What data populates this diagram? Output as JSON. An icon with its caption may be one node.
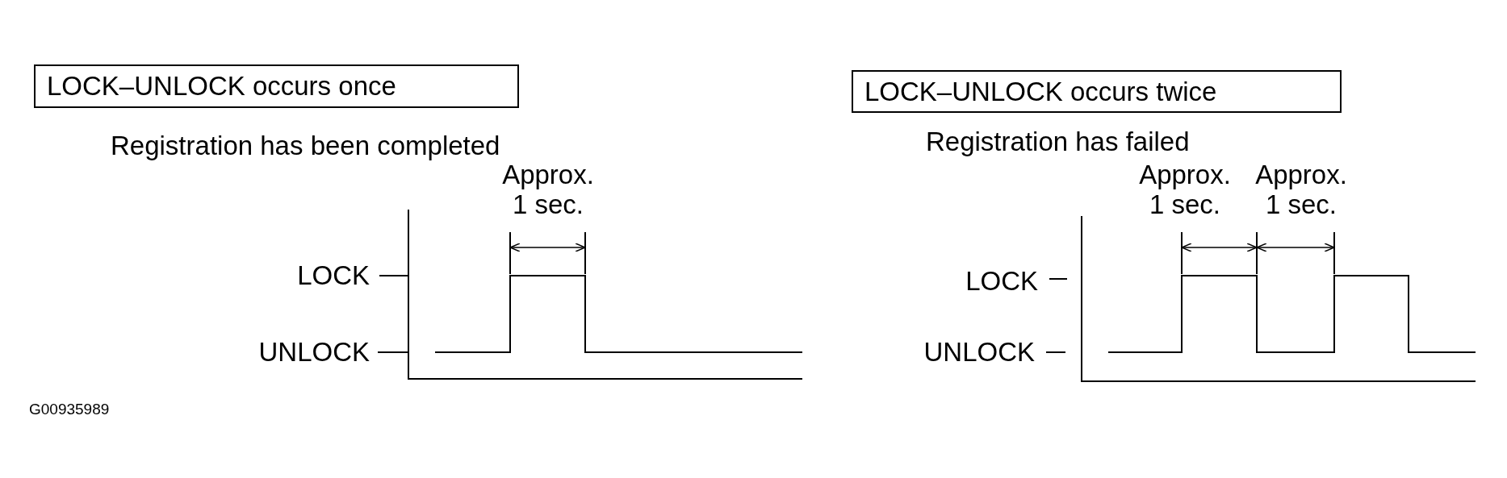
{
  "diagram": {
    "nodes": [
      {
        "text": [
          "LOCK–UNLOCK occurs once"
        ]
      },
      {
        "text": [
          "LOCK–UNLOCK occurs twice"
        ]
      }
    ],
    "edges": [],
    "labels": [
      "Registration has been completed",
      "Approx. 1 sec.",
      "LOCK",
      "UNLOCK",
      "Registration has failed",
      "Approx. 1 sec.",
      "Approx. 1 sec.",
      "LOCK",
      "UNLOCK",
      "G00935989"
    ]
  }
}
